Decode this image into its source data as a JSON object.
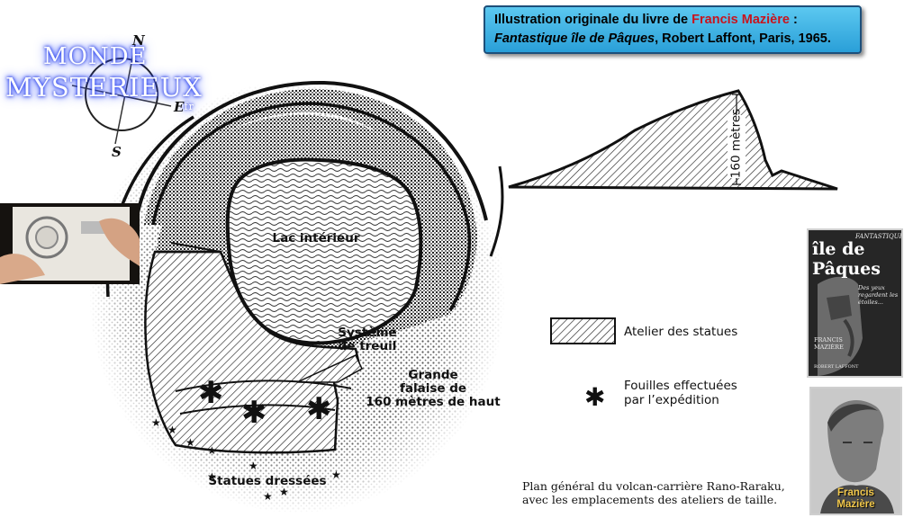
{
  "source": {
    "line1_prefix": "Illustration originale du livre de ",
    "author": "Francis Mazière",
    "line1_suffix": " :",
    "book_title": "Fantastique île de Pâques",
    "line2_rest": ", Robert Laffont, Paris, 1965."
  },
  "logo": {
    "word1": "MONDE",
    "word2": "MYSTERIEUX",
    "tld": ".fr"
  },
  "compass": {
    "north": "N",
    "south": "S",
    "east": "E"
  },
  "diagram": {
    "lake_label": "Lac intérieur",
    "winch_label_line1": "Système",
    "winch_label_line2": "de treuil",
    "cliff_label_line1": "Grande",
    "cliff_label_line2": "falaise de",
    "cliff_label_line3": "160 mètres de haut",
    "statues_label": "Statues dressées",
    "profile_height_label": "160 mètres"
  },
  "legend": {
    "workshop_label": "Atelier des statues",
    "excavation_label_line1": "Fouilles effectuées",
    "excavation_label_line2": "par l’expédition"
  },
  "caption": {
    "line1": "Plan général du volcan-carrière Rano-Raraku,",
    "line2": "avec les emplacements des ateliers de taille."
  },
  "book_cover": {
    "small_title": "FANTASTIQUE",
    "title": "île de Pâques",
    "subtitle_line1": "Des yeux",
    "subtitle_line2": "regardent les",
    "subtitle_line3": "étoiles...",
    "author_line1": "FRANCIS",
    "author_line2": "MAZIÈRE",
    "publisher": "ROBERT LAFFONT"
  },
  "portrait": {
    "name_line1": "Francis",
    "name_line2": "Mazière"
  },
  "colors": {
    "source_box_bg": "#3fb3e6",
    "author_red": "#c8141e",
    "logo_glow": "#2f4bff",
    "portrait_name": "#f2c84b"
  }
}
